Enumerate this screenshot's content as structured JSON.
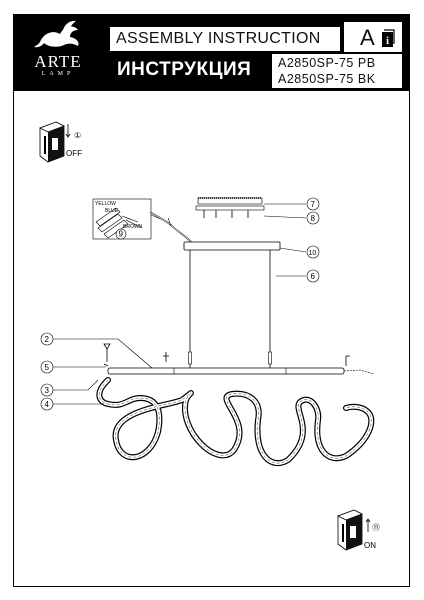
{
  "header": {
    "brand": "ARTE",
    "brand_sub": "LAMP",
    "title_en": "ASSEMBLY INSTRUCTION",
    "title_ru": "ИНСТРУКЦИЯ",
    "model_1": "A2850SP-75 PB",
    "model_2": "A2850SP-75 BK",
    "lang_letter": "A"
  },
  "steps": {
    "switch_off_num": "①",
    "switch_off_label": "OFF",
    "switch_on_num": "⑪",
    "switch_on_label": "ON"
  },
  "wires": {
    "yellow": "YELLOW",
    "blue": "BLUE",
    "brown": "BROWN"
  },
  "callouts": [
    "②",
    "③",
    "④",
    "⑤",
    "⑥",
    "⑦",
    "⑧",
    "⑨",
    "⑩"
  ],
  "icons": {
    "logo": "griffin-logo-icon",
    "info": "info-book-icon",
    "switch": "wall-switch-icon"
  }
}
